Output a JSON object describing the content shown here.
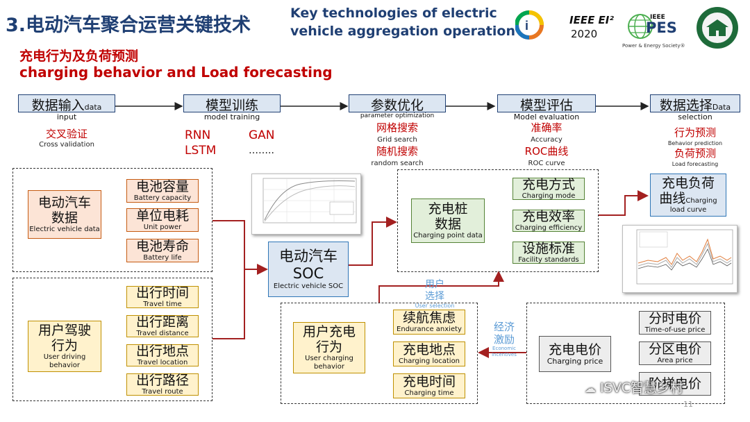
{
  "header": {
    "title_cn": "3.电动汽车聚合运营关键技术",
    "title_en_1": "Key technologies of electric",
    "title_en_2": "vehicle aggregation operation",
    "section_cn": "充电行为及负荷预测",
    "section_en": "charging behavior and Load forecasting"
  },
  "logos": {
    "ieee_ei2": {
      "name": "IEEE EI²",
      "year": "2020"
    },
    "pes": {
      "name": "PES",
      "ieee": "IEEE",
      "caption": "Power & Energy Society®"
    },
    "university_seal": "university-seal"
  },
  "steps": [
    {
      "cn": "数据输入",
      "en_inline": "data",
      "en": "input"
    },
    {
      "cn": "模型训练",
      "en": "model training"
    },
    {
      "cn": "参数优化",
      "en": "parameter optimization"
    },
    {
      "cn": "模型评估",
      "en": "Model evaluation"
    },
    {
      "cn": "数据选择",
      "en_inline": "Data",
      "en": "selection"
    }
  ],
  "step_details": {
    "cross_validation_cn": "交叉验证",
    "cross_validation_en": "Cross validation",
    "rnn": "RNN",
    "lstm": "LSTM",
    "gan": "GAN",
    "ellipsis": "……..",
    "grid_search_cn": "网格搜索",
    "grid_search_en": "Grid search",
    "random_search_cn": "随机搜索",
    "random_search_en": "random search",
    "accuracy_cn": "准确率",
    "accuracy_en": "Accuracy",
    "roc_cn": "ROC曲线",
    "roc_en": "ROC curve",
    "behavior_pred_cn": "行为预测",
    "behavior_pred_en": "Behavior prediction",
    "load_fc_cn": "负荷预测",
    "load_fc_en": "Load forecasting"
  },
  "ev_data": {
    "cn_1": "电动汽车",
    "cn_2": "数据",
    "en": "Electric vehicle data",
    "items": [
      {
        "cn": "电池容量",
        "en": "Battery capacity"
      },
      {
        "cn": "单位电耗",
        "en": "Unit power"
      },
      {
        "cn": "电池寿命",
        "en": "Battery life"
      }
    ]
  },
  "driving": {
    "cn_1": "用户驾驶",
    "cn_2": "行为",
    "en_1": "User driving",
    "en_2": "behavior",
    "items": [
      {
        "cn": "出行时间",
        "en": "Travel time"
      },
      {
        "cn": "出行距离",
        "en": "Travel distance"
      },
      {
        "cn": "出行地点",
        "en": "Travel location"
      },
      {
        "cn": "出行路径",
        "en": "Travel route"
      }
    ]
  },
  "soc": {
    "cn_1": "电动汽车",
    "cn_2": "SOC",
    "en": "Electric vehicle SOC"
  },
  "charging_point": {
    "cn_1": "充电桩",
    "cn_2": "数据",
    "en": "Charging point data",
    "items": [
      {
        "cn": "充电方式",
        "en": "Charging mode"
      },
      {
        "cn": "充电效率",
        "en": "Charging efficiency"
      },
      {
        "cn": "设施标准",
        "en": "Facility standards"
      }
    ]
  },
  "load_curve": {
    "cn_1": "充电负荷",
    "cn_2": "曲线",
    "en_inline": "Charging",
    "en": "load curve"
  },
  "user_selection": {
    "cn_1": "用户",
    "cn_2": "选择",
    "en": "User selection"
  },
  "user_charging": {
    "cn_1": "用户充电",
    "cn_2": "行为",
    "en_1": "User charging",
    "en_2": "behavior",
    "items": [
      {
        "cn": "续航焦虑",
        "en": "Endurance anxiety"
      },
      {
        "cn": "充电地点",
        "en": "Charging location"
      },
      {
        "cn": "充电时间",
        "en": "Charging time"
      }
    ]
  },
  "economic": {
    "cn_1": "经济",
    "cn_2": "激励",
    "en_1": "Economic",
    "en_2": "incentives"
  },
  "price": {
    "cn": "充电电价",
    "en": "Charging price",
    "items": [
      {
        "cn": "分时电价",
        "en": "Time-of-use price"
      },
      {
        "cn": "分区电价",
        "en": "Area price"
      },
      {
        "cn": "阶梯电价",
        "en": ""
      }
    ]
  },
  "watermark": "ISVC智慧乡村",
  "page_number": "11",
  "colors": {
    "title": "#1f3f73",
    "red": "#c00000",
    "arrow": "#a32020",
    "step_line": "#222222"
  }
}
